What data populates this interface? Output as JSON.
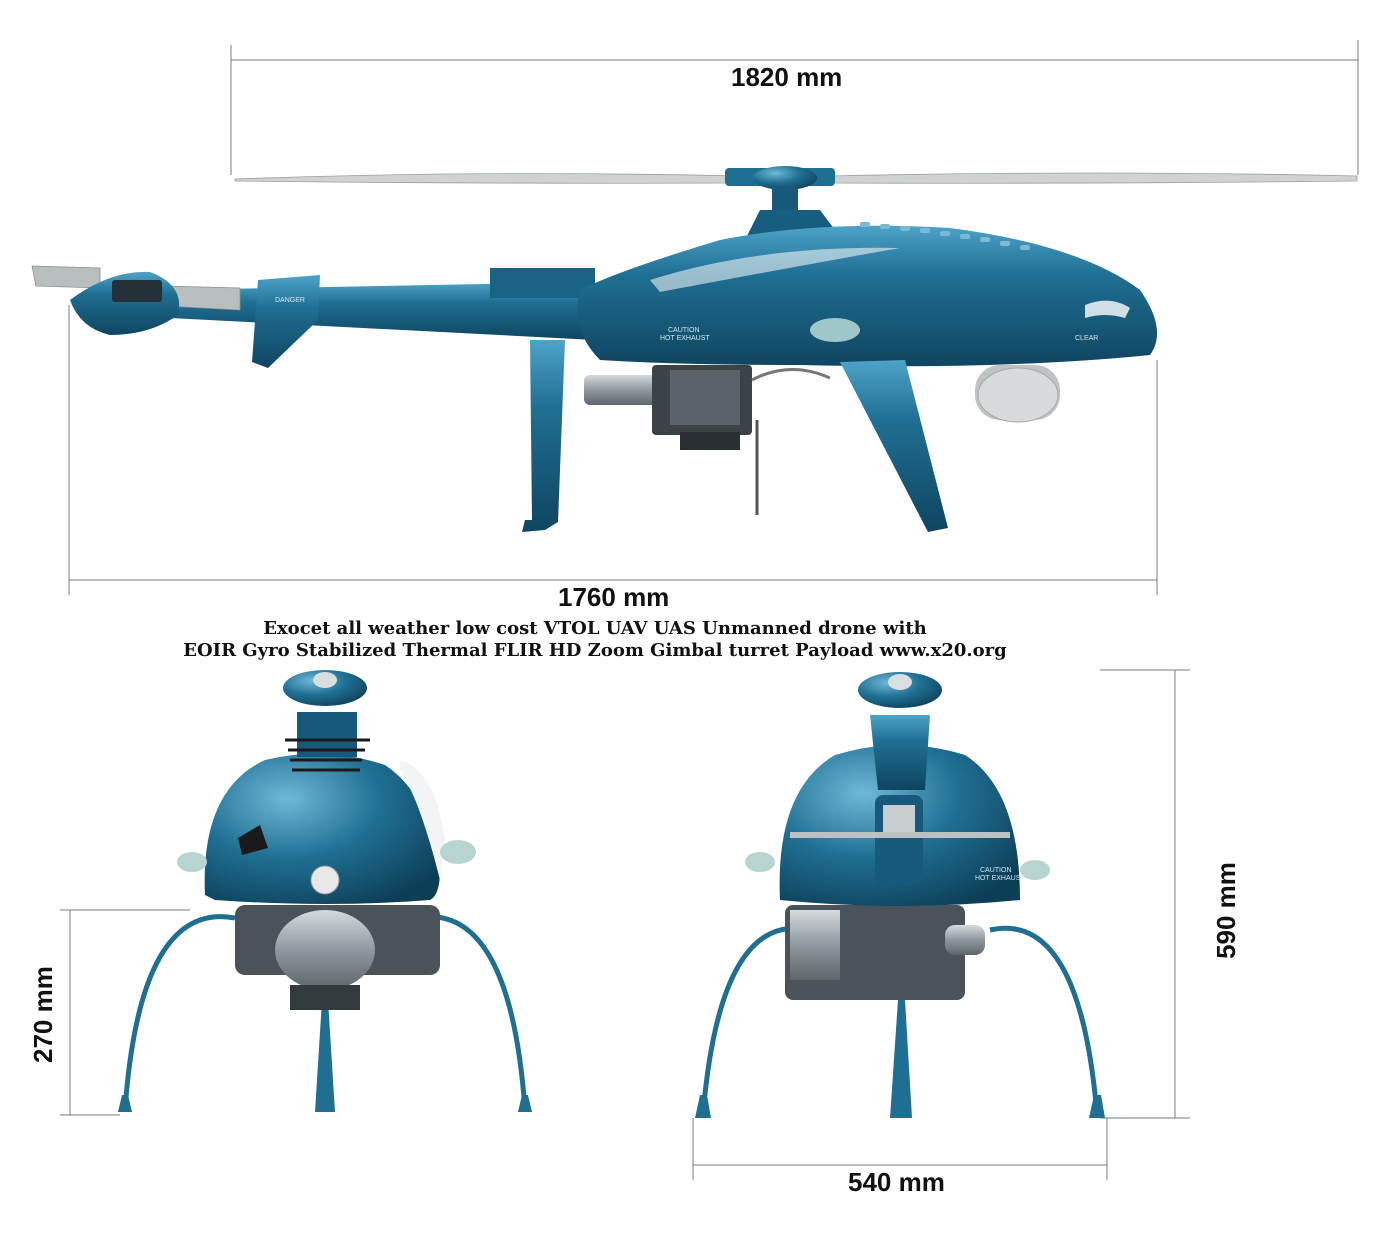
{
  "dimensions": {
    "rotor_span": "1820 mm",
    "length": "1760 mm",
    "skid_height": "270 mm",
    "overall_height": "590 mm",
    "skid_width": "540 mm"
  },
  "caption": {
    "line1": "Exocet all weather low cost VTOL UAV UAS Unmanned drone with",
    "line2": "EOIR Gyro Stabilized Thermal FLIR HD Zoom Gimbal turret Payload www.x20.org"
  },
  "stencils": {
    "danger": "DANGER",
    "caution": "CAUTION",
    "hot_exhaust": "HOT EXHAUST",
    "clear": "CLEAR"
  },
  "colors": {
    "body": "#1f6f93",
    "body_dark": "#114a66",
    "body_light": "#4ea3c8",
    "metal": "#9aa4aa",
    "dimension_line": "#7a7a88"
  }
}
